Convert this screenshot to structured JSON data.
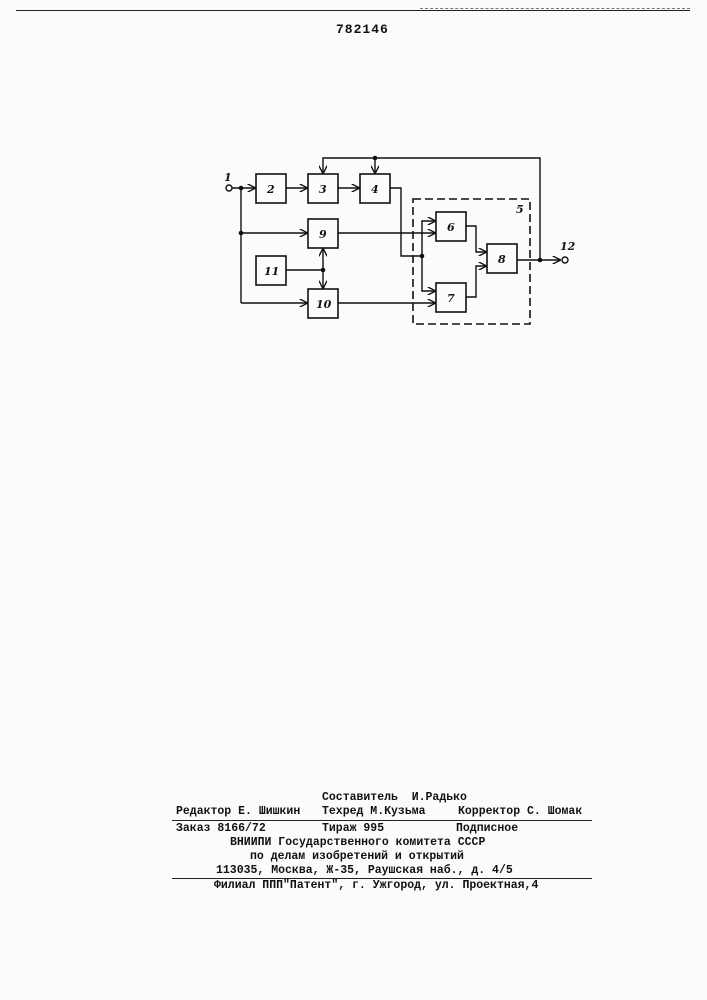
{
  "document": {
    "patent_number": "782146"
  },
  "diagram": {
    "input_label": "1",
    "output_label": "12",
    "group_label": "5",
    "blocks": {
      "b2": "2",
      "b3": "3",
      "b4": "4",
      "b6": "6",
      "b7": "7",
      "b8": "8",
      "b9": "9",
      "b10": "10",
      "b11": "11"
    }
  },
  "colophon": {
    "compiler": "Составитель  И.Радько",
    "editor": "Редактор Е. Шишкин",
    "techred": "Техред М.Кузьма",
    "corrector": "Корректор С. Шомак",
    "order": "Заказ 8166/72",
    "circulation": "Тираж 995",
    "subscription": "Подписное",
    "org_line1": "ВНИИПИ Государственного комитета СССР",
    "org_line2": "по делам изобретений и открытий",
    "address": "113035, Москва, Ж-35, Раушская наб., д. 4/5",
    "branch": "Филиал ППП\"Патент\", г. Ужгород, ул. Проектная,4"
  }
}
